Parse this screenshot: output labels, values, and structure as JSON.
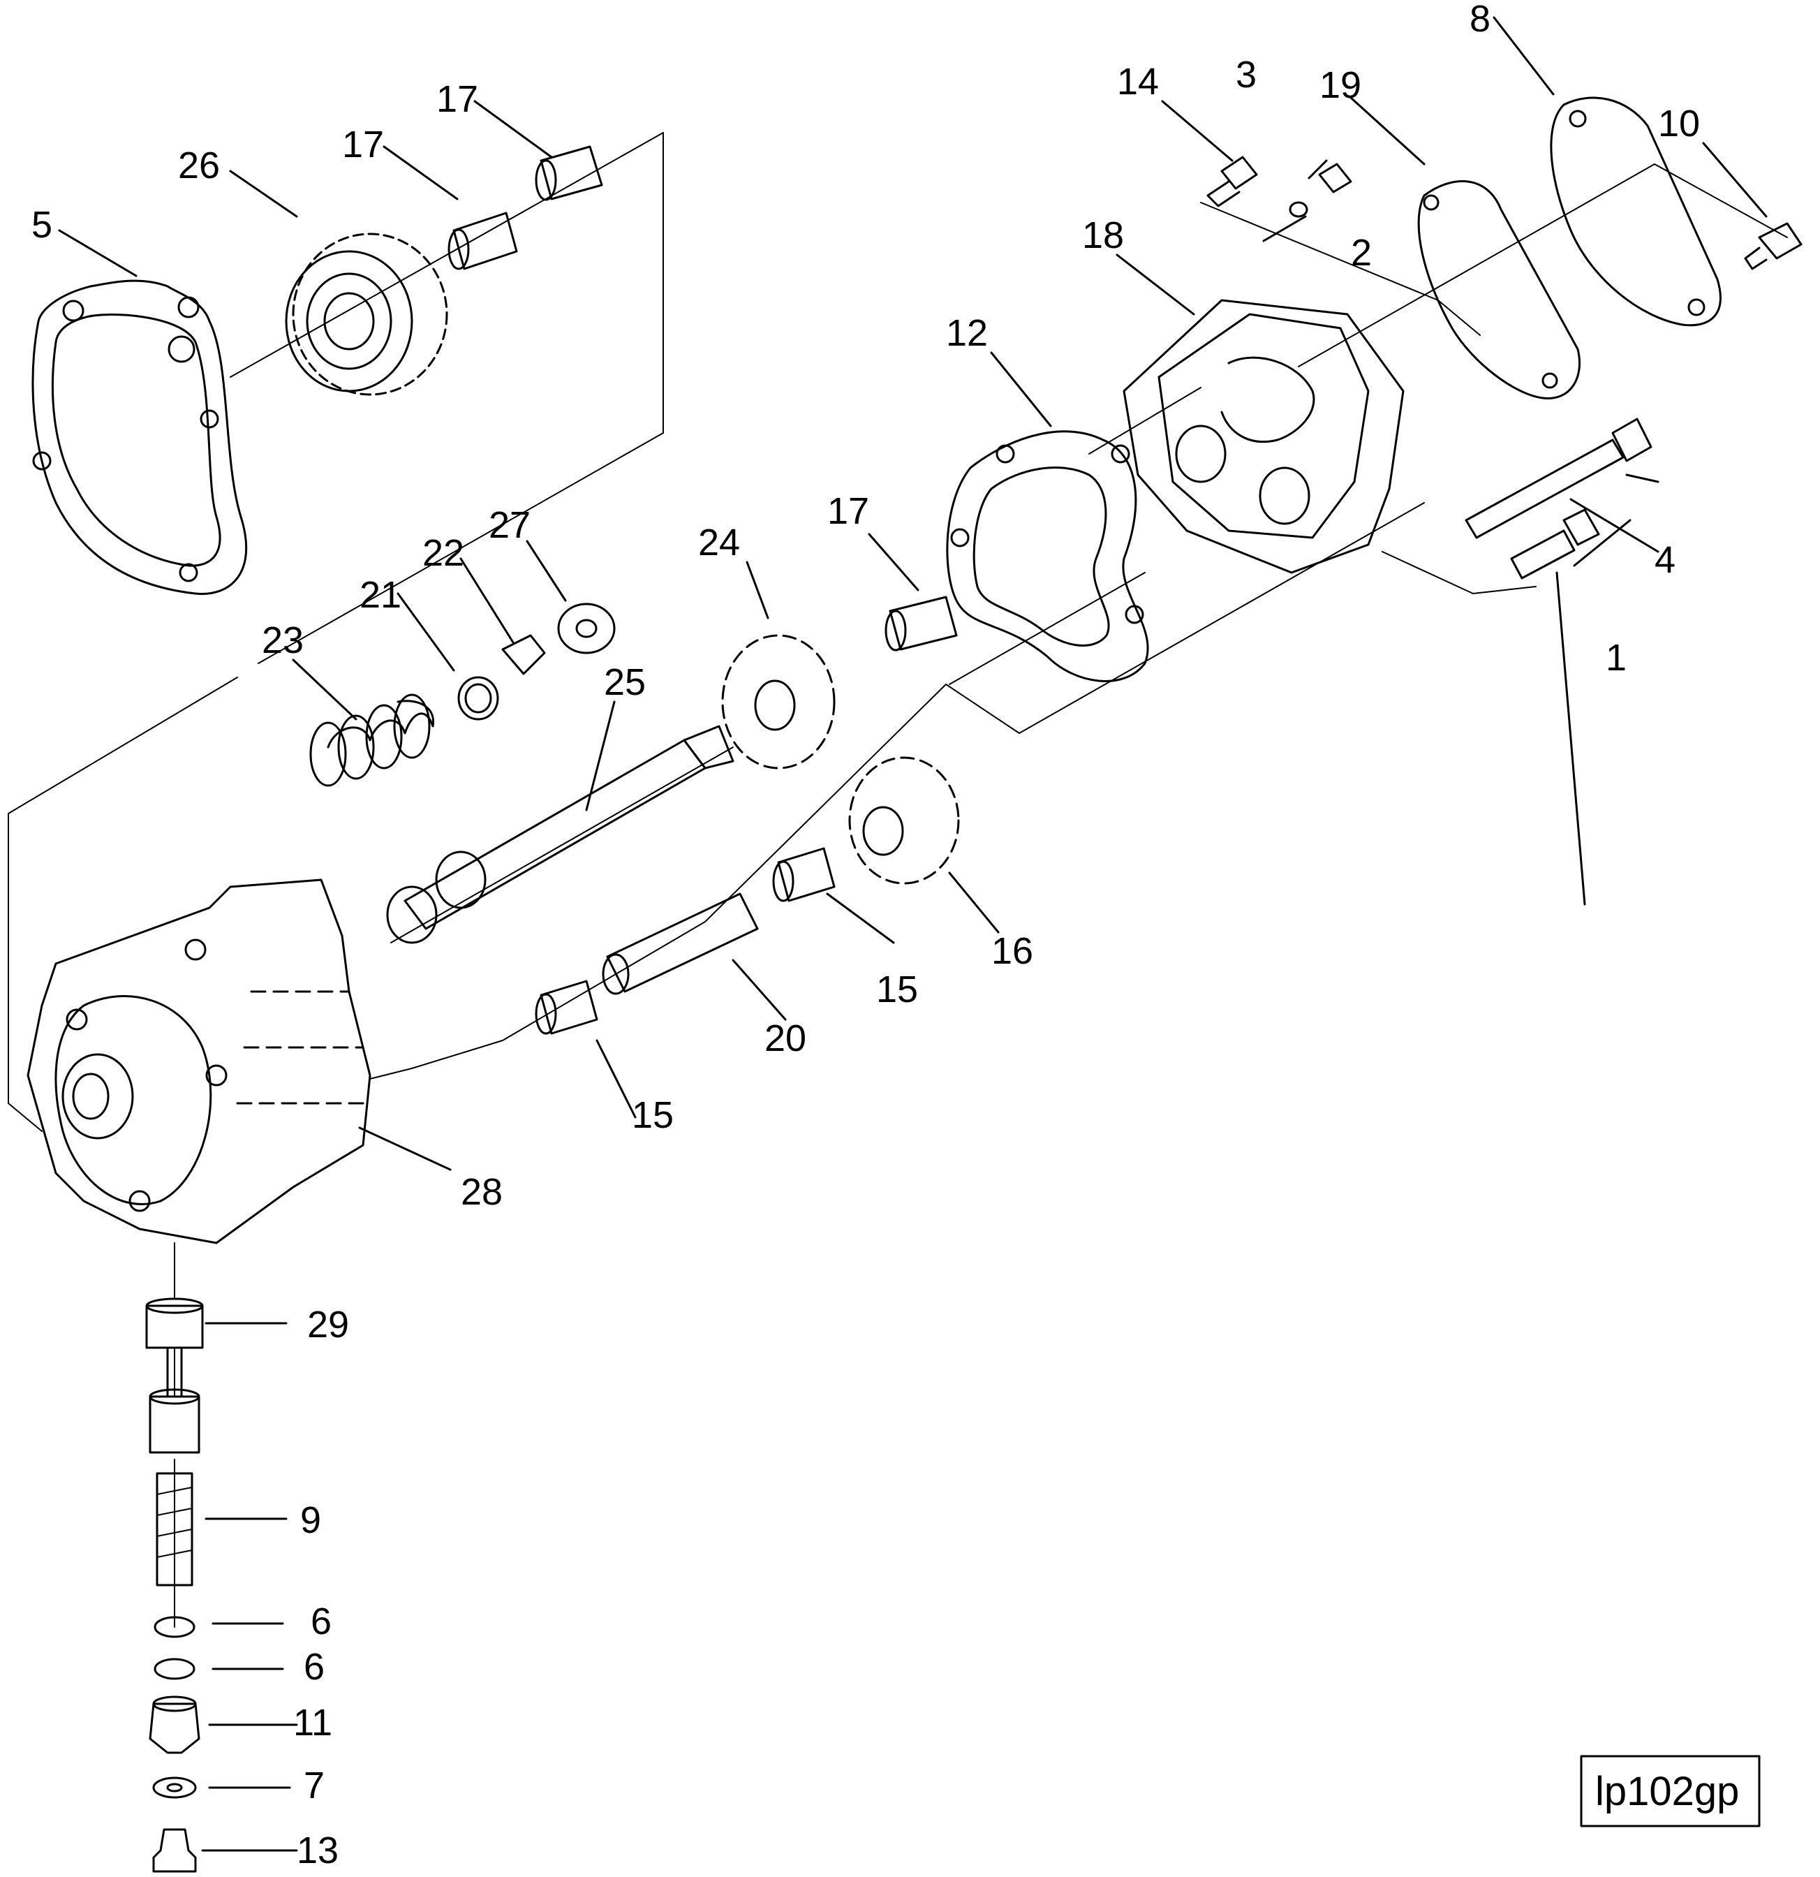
{
  "drawing_id": "lp102gp",
  "callouts": [
    {
      "key": "c1",
      "text": "1"
    },
    {
      "key": "c2",
      "text": "2"
    },
    {
      "key": "c3",
      "text": "3"
    },
    {
      "key": "c4",
      "text": "4"
    },
    {
      "key": "c5",
      "text": "5"
    },
    {
      "key": "c6a",
      "text": "6"
    },
    {
      "key": "c6b",
      "text": "6"
    },
    {
      "key": "c7",
      "text": "7"
    },
    {
      "key": "c8",
      "text": "8"
    },
    {
      "key": "c9",
      "text": "9"
    },
    {
      "key": "c10",
      "text": "10"
    },
    {
      "key": "c11",
      "text": "11"
    },
    {
      "key": "c12",
      "text": "12"
    },
    {
      "key": "c13",
      "text": "13"
    },
    {
      "key": "c14",
      "text": "14"
    },
    {
      "key": "c15a",
      "text": "15"
    },
    {
      "key": "c15b",
      "text": "15"
    },
    {
      "key": "c16",
      "text": "16"
    },
    {
      "key": "c17a",
      "text": "17"
    },
    {
      "key": "c17b",
      "text": "17"
    },
    {
      "key": "c17c",
      "text": "17"
    },
    {
      "key": "c18",
      "text": "18"
    },
    {
      "key": "c19",
      "text": "19"
    },
    {
      "key": "c20",
      "text": "20"
    },
    {
      "key": "c21",
      "text": "21"
    },
    {
      "key": "c22",
      "text": "22"
    },
    {
      "key": "c23",
      "text": "23"
    },
    {
      "key": "c24",
      "text": "24"
    },
    {
      "key": "c25",
      "text": "25"
    },
    {
      "key": "c26",
      "text": "26"
    },
    {
      "key": "c27",
      "text": "27"
    },
    {
      "key": "c28",
      "text": "28"
    },
    {
      "key": "c29",
      "text": "29"
    }
  ]
}
